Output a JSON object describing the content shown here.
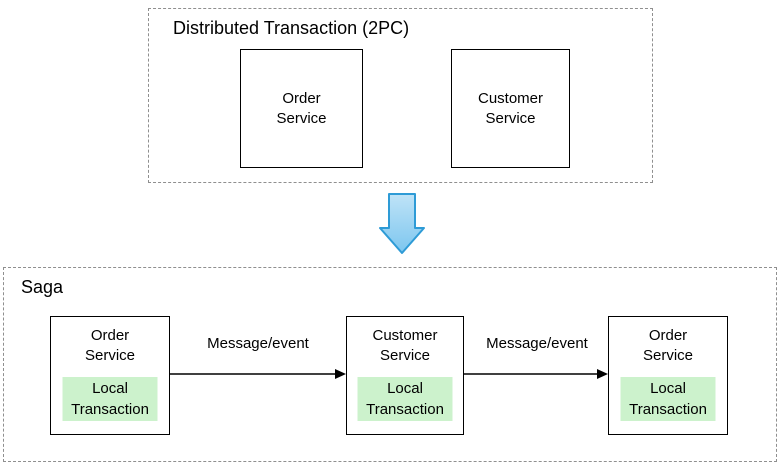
{
  "colors": {
    "dashed_border": "#8f8f8f",
    "node_border": "#000000",
    "local_transaction_fill": "#ccf2cc",
    "down_arrow_fill_top": "#bfe3f7",
    "down_arrow_fill_bottom": "#7cc6ef",
    "down_arrow_stroke": "#2e9bd6",
    "connector_stroke": "#000000"
  },
  "top_group": {
    "title": "Distributed Transaction (2PC)",
    "boxes": [
      {
        "label": "Order\nService"
      },
      {
        "label": "Customer\nService"
      }
    ]
  },
  "saga_group": {
    "title": "Saga",
    "nodes": [
      {
        "label": "Order\nService",
        "sub_label": "Local\nTransaction"
      },
      {
        "label": "Customer\nService",
        "sub_label": "Local\nTransaction"
      },
      {
        "label": "Order\nService",
        "sub_label": "Local\nTransaction"
      }
    ],
    "connectors": [
      {
        "label": "Message/event"
      },
      {
        "label": "Message/event"
      }
    ]
  }
}
